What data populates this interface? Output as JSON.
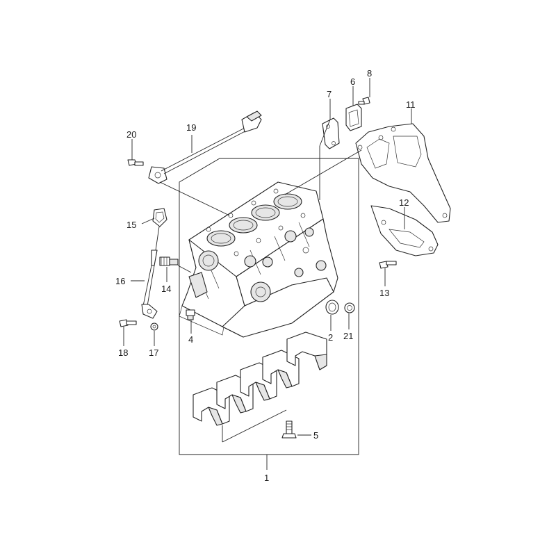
{
  "diagram": {
    "callouts": [
      {
        "id": "c1",
        "label": "1"
      },
      {
        "id": "c2",
        "label": "2"
      },
      {
        "id": "c4",
        "label": "4"
      },
      {
        "id": "c5",
        "label": "5"
      },
      {
        "id": "c6",
        "label": "6"
      },
      {
        "id": "c7",
        "label": "7"
      },
      {
        "id": "c8",
        "label": "8"
      },
      {
        "id": "c11",
        "label": "11"
      },
      {
        "id": "c12",
        "label": "12"
      },
      {
        "id": "c13",
        "label": "13"
      },
      {
        "id": "c14",
        "label": "14"
      },
      {
        "id": "c15",
        "label": "15"
      },
      {
        "id": "c16",
        "label": "16"
      },
      {
        "id": "c17",
        "label": "17"
      },
      {
        "id": "c18",
        "label": "18"
      },
      {
        "id": "c19",
        "label": "19"
      },
      {
        "id": "c20",
        "label": "20"
      },
      {
        "id": "c21",
        "label": "21"
      }
    ],
    "colors": {
      "line": "#222222",
      "background": "#ffffff",
      "shade": "#e6e6e6"
    }
  }
}
